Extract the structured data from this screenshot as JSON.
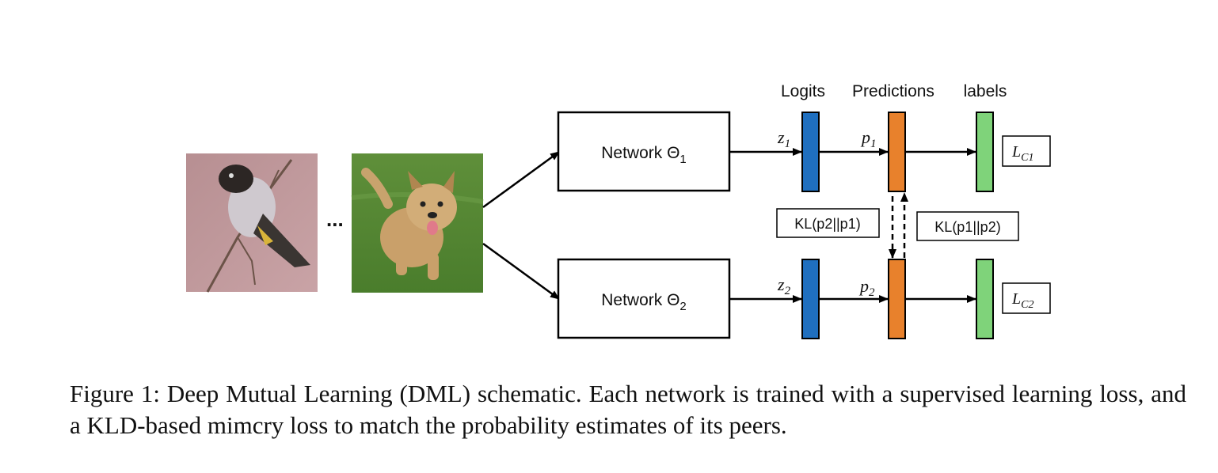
{
  "column_headers": {
    "logits": "Logits",
    "predictions": "Predictions",
    "labels": "labels"
  },
  "networks": [
    {
      "label": "Network Θ",
      "subscript": "1"
    },
    {
      "label": "Network Θ",
      "subscript": "2"
    }
  ],
  "logits": [
    {
      "symbol": "z",
      "subscript": "1"
    },
    {
      "symbol": "z",
      "subscript": "2"
    }
  ],
  "predictions": [
    {
      "symbol": "p",
      "subscript": "1"
    },
    {
      "symbol": "p",
      "subscript": "2"
    }
  ],
  "losses": [
    {
      "symbol": "L",
      "subscript": "C1"
    },
    {
      "symbol": "L",
      "subscript": "C2"
    }
  ],
  "kl_labels": {
    "left": "KL(p2||p1)",
    "right": "KL(p1||p2)"
  },
  "ellipsis": "...",
  "images": [
    "bird-photo",
    "dog-photo"
  ],
  "colors": {
    "logit_bar": "#1f6fbf",
    "prediction_bar": "#e8812c",
    "label_bar": "#7fd37a",
    "stroke": "#000000"
  },
  "caption": "Figure 1: Deep Mutual Learning (DML) schematic. Each network is trained with a supervised learning loss, and a KLD-based mimcry loss to match the probability estimates of its peers."
}
